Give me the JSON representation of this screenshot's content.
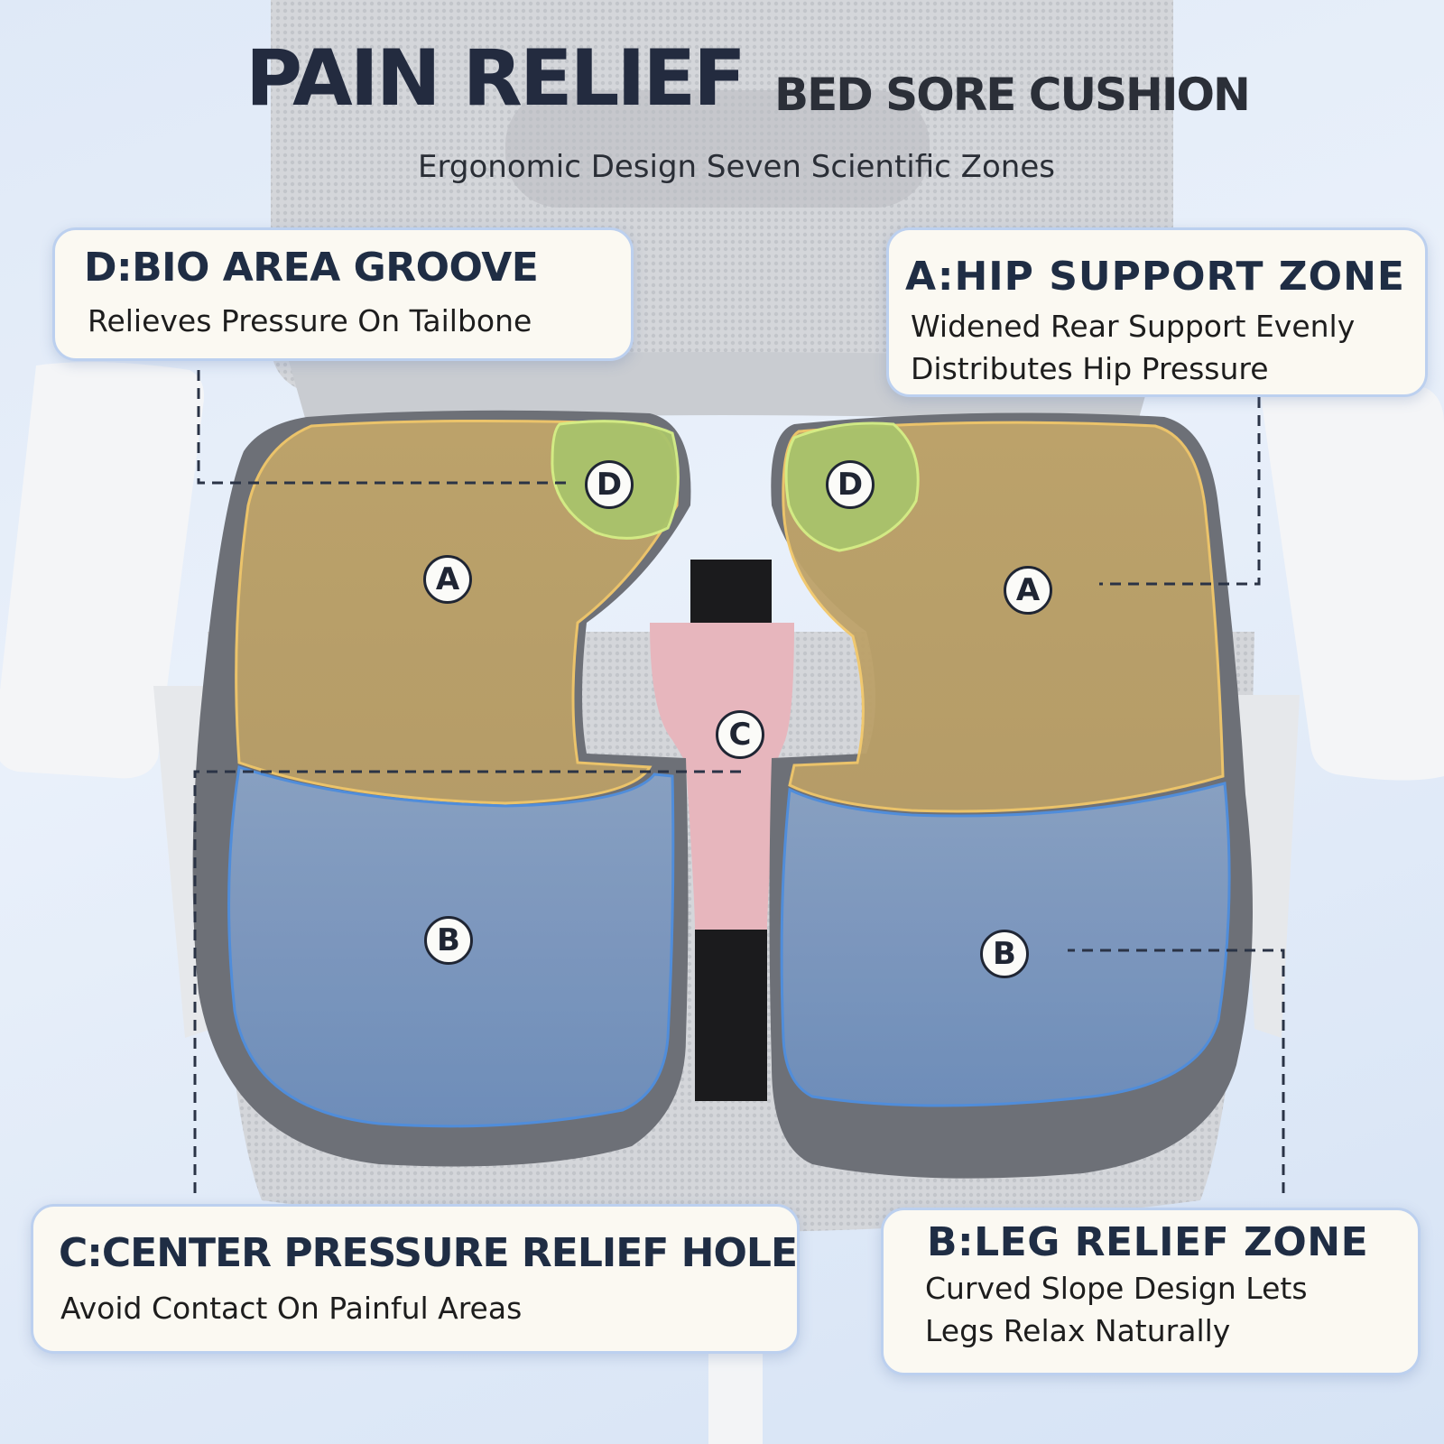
{
  "header": {
    "title_main": "PAIN RELIEF",
    "title_sub": "BED SORE CUSHION",
    "subtitle": "Ergonomic Design Seven Scientific Zones"
  },
  "callouts": {
    "d": {
      "title": "D:BIO AREA GROOVE",
      "text": "Relieves Pressure On Tailbone"
    },
    "a": {
      "title": "A:HIP SUPPORT ZONE",
      "line1": "Widened Rear Support Evenly",
      "line2": "Distributes Hip Pressure"
    },
    "c": {
      "title": "C:CENTER PRESSURE RELIEF HOLE",
      "text": "Avoid Contact On Painful Areas"
    },
    "b": {
      "title": "B:LEG RELIEF ZONE",
      "line1": "Curved Slope Design Lets",
      "line2": "Legs Relax Naturally"
    }
  },
  "zone_labels": {
    "d_left": "D",
    "d_right": "D",
    "a_left": "A",
    "a_right": "A",
    "c": "C",
    "b_left": "B",
    "b_right": "B"
  },
  "colors": {
    "zone_a": "#c9ad6a",
    "zone_b": "#7d9bc4",
    "zone_c": "#e8b8be",
    "zone_d": "#b5c76a",
    "cushion": "#6d7077",
    "card_border": "#bcd0ef",
    "title": "#232b3f"
  }
}
